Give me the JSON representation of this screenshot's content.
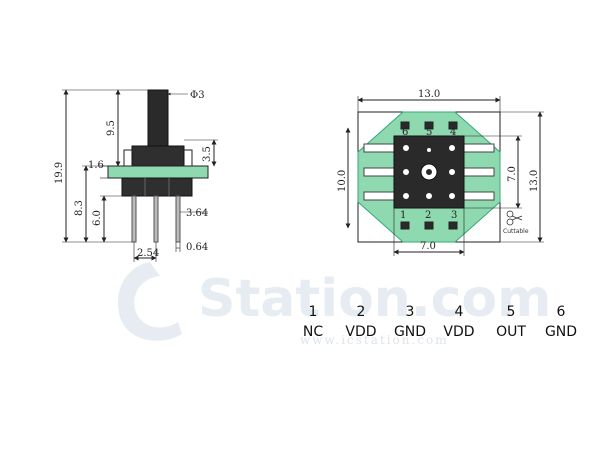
{
  "side_view": {
    "dim_diameter": "Φ3",
    "dim_9_5": "9.5",
    "dim_3_5": "3.5",
    "dim_19_9": "19.9",
    "dim_1_6": "1.6",
    "dim_8_3": "8.3",
    "dim_6_0": "6.0",
    "dim_3_64": "3.64",
    "dim_2_54": "2.54",
    "dim_0_64": "0.64"
  },
  "top_view": {
    "dim_width_top": "13.0",
    "dim_height_right": "13.0",
    "dim_height_left": "10.0",
    "dim_inner_7_v": "7.0",
    "dim_inner_7_h": "7.0",
    "cuttable_label": "Cuttable",
    "pin_top": [
      "6",
      "5",
      "4"
    ],
    "pin_bottom": [
      "1",
      "2",
      "3"
    ]
  },
  "watermark": {
    "text": "Station.com",
    "url": "www.icstation.com"
  },
  "pins": [
    {
      "number": "1",
      "name": "NC"
    },
    {
      "number": "2",
      "name": "VDD"
    },
    {
      "number": "3",
      "name": "GND"
    },
    {
      "number": "4",
      "name": "VDD"
    },
    {
      "number": "5",
      "name": "OUT"
    },
    {
      "number": "6",
      "name": "GND"
    }
  ],
  "colors": {
    "board_green": "#8fd9b0",
    "body_dark": "#2a2a2a",
    "line": "#222222",
    "watermark": "#e3eaf0"
  }
}
